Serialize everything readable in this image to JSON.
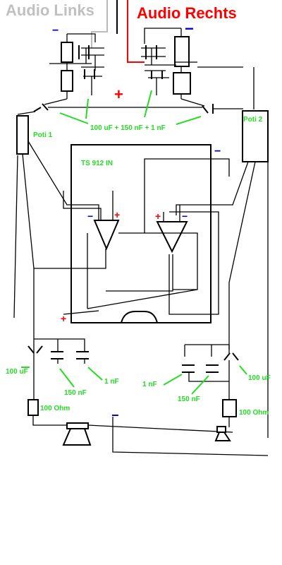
{
  "titles": {
    "left": "Audio Links",
    "right": "Audio Rechts"
  },
  "labels": {
    "cap_top": "100 uF + 150 nF + 1 nF",
    "poti1": "Poti 1",
    "poti2": "Poti 2",
    "chip": "TS 912 IN",
    "cap_left_100uf": "100 uF",
    "cap_left_150nf": "150 nF",
    "cap_left_1nf": "1 nF",
    "cap_right_1nf": "1 nF",
    "cap_right_150nf": "150 nF",
    "cap_right_100uf": "100 uF",
    "res_left": "100 Ohm",
    "res_right": "100 Ohm"
  },
  "signs": {
    "plus": "+",
    "minus": "−"
  },
  "colors": {
    "wire": "#000000",
    "label": "#22dd22",
    "left_channel": "#c0c0c0",
    "right_channel": "#ff0000",
    "plus": "#ff0000",
    "minus": "#0000cc"
  }
}
